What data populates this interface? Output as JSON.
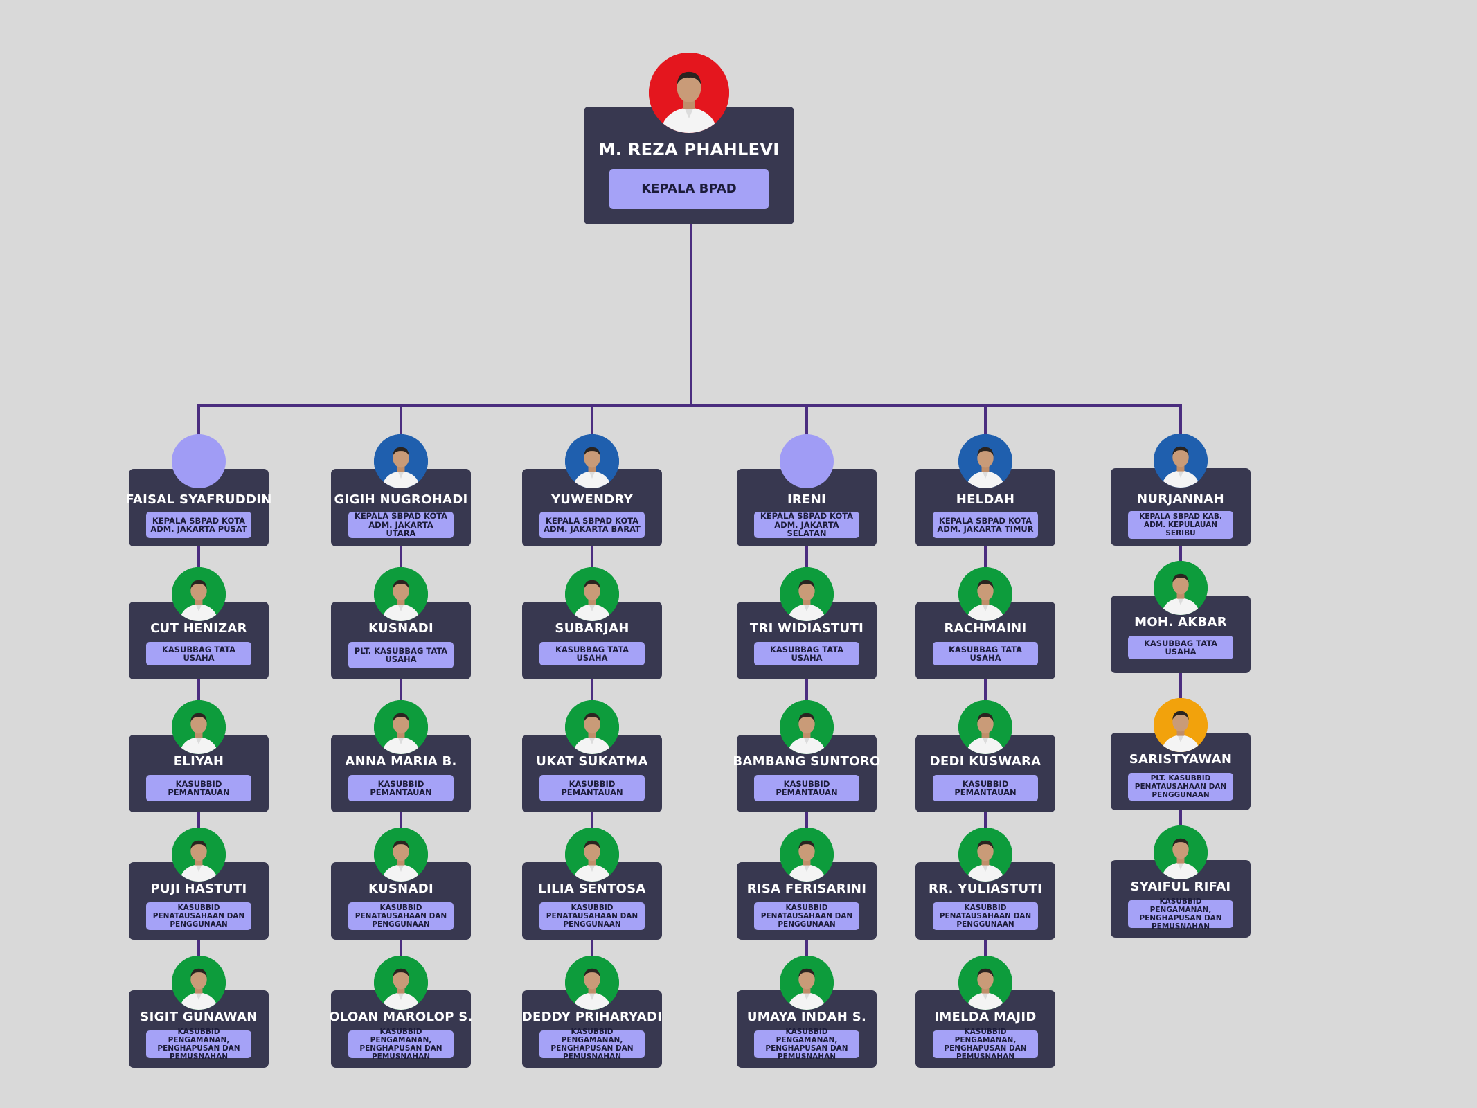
{
  "colors": {
    "background": "#d9d9d9",
    "card": "#383850",
    "role_badge": "#a5a2f7",
    "connector": "#4b2d7f",
    "photo_green": "#0d9c3c",
    "photo_blue": "#1f5fae",
    "photo_red": "#e4161e",
    "photo_orange": "#f2a20c",
    "placeholder": "#a09cf5"
  },
  "head": {
    "name": "M. REZA PHAHLEVI",
    "role": "KEPALA BPAD",
    "photo": "red"
  },
  "columns": [
    {
      "members": [
        {
          "name": "FAISAL SYAFRUDDIN",
          "role": "KEPALA SBPAD KOTA\nADM. JAKARTA PUSAT",
          "photo": "placeholder"
        },
        {
          "name": "CUT HENIZAR",
          "role": "KASUBBAG TATA USAHA",
          "photo": "green"
        },
        {
          "name": "ELIYAH",
          "role": "KASUBBID\nPEMANTAUAN",
          "photo": "green"
        },
        {
          "name": "PUJI HASTUTI",
          "role": "KASUBBID\nPENATAUSAHAAN DAN\nPENGGUNAAN",
          "photo": "green"
        },
        {
          "name": "SIGIT GUNAWAN",
          "role": "KASUBBID PENGAMANAN,\nPENGHAPUSAN DAN\nPEMUSNAHAN",
          "photo": "green"
        }
      ]
    },
    {
      "members": [
        {
          "name": "GIGIH NUGROHADI",
          "role": "KEPALA SBPAD KOTA\nADM. JAKARTA UTARA",
          "photo": "blue"
        },
        {
          "name": "KUSNADI",
          "role": "PLT. KASUBBAG TATA\nUSAHA",
          "photo": "green"
        },
        {
          "name": "ANNA MARIA B.",
          "role": "KASUBBID\nPEMANTAUAN",
          "photo": "green"
        },
        {
          "name": "KUSNADI",
          "role": "KASUBBID\nPENATAUSAHAAN DAN\nPENGGUNAAN",
          "photo": "green"
        },
        {
          "name": "OLOAN MAROLOP S.",
          "role": "KASUBBID PENGAMANAN,\nPENGHAPUSAN DAN\nPEMUSNAHAN",
          "photo": "green"
        }
      ]
    },
    {
      "members": [
        {
          "name": "YUWENDRY",
          "role": "KEPALA SBPAD KOTA\nADM. JAKARTA BARAT",
          "photo": "blue"
        },
        {
          "name": "SUBARJAH",
          "role": "KASUBBAG TATA USAHA",
          "photo": "green"
        },
        {
          "name": "UKAT SUKATMA",
          "role": "KASUBBID\nPEMANTAUAN",
          "photo": "green"
        },
        {
          "name": "LILIA SENTOSA",
          "role": "KASUBBID\nPENATAUSAHAAN DAN\nPENGGUNAAN",
          "photo": "green"
        },
        {
          "name": "DEDDY PRIHARYADI",
          "role": "KASUBBID PENGAMANAN,\nPENGHAPUSAN DAN\nPEMUSNAHAN",
          "photo": "green"
        }
      ]
    },
    {
      "members": [
        {
          "name": "IRENI",
          "role": "KEPALA SBPAD KOTA\nADM. JAKARTA SELATAN",
          "photo": "placeholder"
        },
        {
          "name": "TRI WIDIASTUTI",
          "role": "KASUBBAG TATA USAHA",
          "photo": "green"
        },
        {
          "name": "BAMBANG SUNTORO",
          "role": "KASUBBID\nPEMANTAUAN",
          "photo": "green"
        },
        {
          "name": "RISA FERISARINI",
          "role": "KASUBBID\nPENATAUSAHAAN DAN\nPENGGUNAAN",
          "photo": "green"
        },
        {
          "name": "UMAYA INDAH S.",
          "role": "KASUBBID PENGAMANAN,\nPENGHAPUSAN DAN\nPEMUSNAHAN",
          "photo": "green"
        }
      ]
    },
    {
      "members": [
        {
          "name": "HELDAH",
          "role": "KEPALA SBPAD KOTA\nADM. JAKARTA TIMUR",
          "photo": "blue"
        },
        {
          "name": "RACHMAINI",
          "role": "KASUBBAG TATA USAHA",
          "photo": "green"
        },
        {
          "name": "DEDI KUSWARA",
          "role": "KASUBBID\nPEMANTAUAN",
          "photo": "green"
        },
        {
          "name": "RR. YULIASTUTI",
          "role": "KASUBBID\nPENATAUSAHAAN DAN\nPENGGUNAAN",
          "photo": "green"
        },
        {
          "name": "IMELDA MAJID",
          "role": "KASUBBID PENGAMANAN,\nPENGHAPUSAN DAN\nPEMUSNAHAN",
          "photo": "green"
        }
      ]
    },
    {
      "members": [
        {
          "name": "NURJANNAH",
          "role": "KEPALA SBPAD KAB.\nADM. KEPULAUAN\nSERIBU",
          "photo": "blue"
        },
        {
          "name": "MOH. AKBAR",
          "role": "KASUBBAG TATA USAHA",
          "photo": "green"
        },
        {
          "name": "SARISTYAWAN",
          "role": "PLT. KASUBBID\nPENATAUSAHAAN DAN\nPENGGUNAAN",
          "photo": "orange"
        },
        {
          "name": "SYAIFUL RIFAI",
          "role": "KASUBBID PENGAMANAN,\nPENGHAPUSAN DAN\nPEMUSNAHAN",
          "photo": "green"
        }
      ]
    }
  ]
}
